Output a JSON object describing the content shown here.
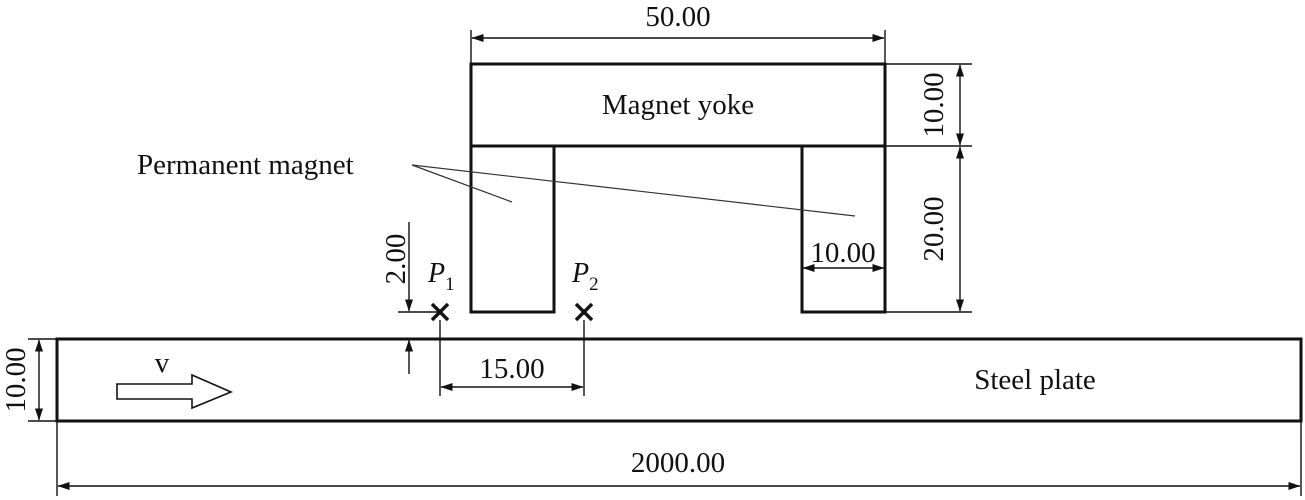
{
  "dimensions": {
    "yoke_width": "50.00",
    "yoke_height": "10.00",
    "magnet_height": "20.00",
    "magnet_width": "10.00",
    "liftoff": "2.00",
    "probe_spacing": "15.00",
    "plate_thickness": "10.00",
    "plate_length": "2000.00"
  },
  "labels": {
    "yoke": "Magnet yoke",
    "magnet": "Permanent magnet",
    "plate": "Steel plate",
    "velocity": "v"
  },
  "points": {
    "p1_letter": "P",
    "p1_sub": "1",
    "p2_letter": "P",
    "p2_sub": "2"
  }
}
